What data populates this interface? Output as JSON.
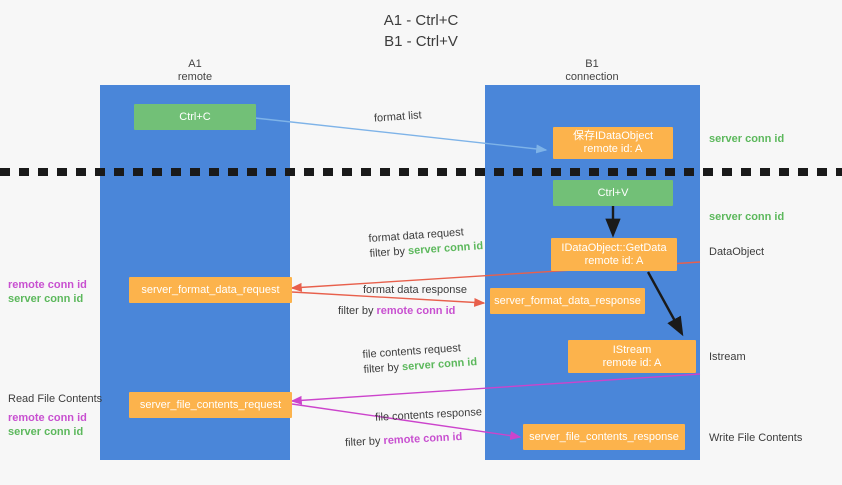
{
  "title": {
    "line1": "A1 - Ctrl+C",
    "line2": "B1 - Ctrl+V"
  },
  "columns": [
    {
      "name": "A1",
      "sub": "remote"
    },
    {
      "name": "B1",
      "sub": "connection"
    }
  ],
  "boxes": {
    "ctrl_c": "Ctrl+C",
    "ctrl_v": "Ctrl+V",
    "save_idataobject_line1": "保存IDataObject",
    "save_idataobject_line2": "remote id: A",
    "getdata_line1": "IDataObject::GetData",
    "getdata_line2": "remote id: A",
    "istream_line1": "IStream",
    "istream_line2": "remote id: A",
    "server_format_data_request": "server_format_data_request",
    "server_format_data_response": "server_format_data_response",
    "server_file_contents_request": "server_file_contents_request",
    "server_file_contents_response": "server_file_contents_response"
  },
  "edges": {
    "format_list": "format list",
    "format_data_request": "format data request",
    "format_data_request_filter_prefix": "filter by ",
    "format_data_request_filter_value": "server conn id",
    "format_data_response": "format data response",
    "format_data_response_filter_prefix": "filter by ",
    "format_data_response_filter_value": "remote conn id",
    "file_contents_request": "file contents request",
    "file_contents_request_filter_prefix": "filter by ",
    "file_contents_request_filter_value": "server conn id",
    "file_contents_response": "file contents response",
    "file_contents_response_filter_prefix": "filter by ",
    "file_contents_response_filter_value": "remote conn id"
  },
  "side_labels": {
    "right_server_conn_id_top": "server conn id",
    "right_server_conn_id_second": "server conn id",
    "right_dataobject": "DataObject",
    "right_istream": "Istream",
    "right_write_file_contents": "Write File Contents",
    "left_remote_conn_id_1": "remote conn id",
    "left_server_conn_id_1": "server conn id",
    "left_read_file_contents": "Read File Contents",
    "left_remote_conn_id_2": "remote conn id",
    "left_server_conn_id_2": "server conn id"
  },
  "colors": {
    "lane": "#4a86d9",
    "green_box": "#72c077",
    "orange_box": "#fcb34c",
    "blue_arrow": "#7eb3e8",
    "red_arrow": "#e8604c",
    "magenta_arrow": "#cc44cc",
    "black_arrow": "#1a1a1a",
    "green_text": "#5cb85c",
    "purple_text": "#c850d0",
    "background": "#f7f7f7"
  }
}
